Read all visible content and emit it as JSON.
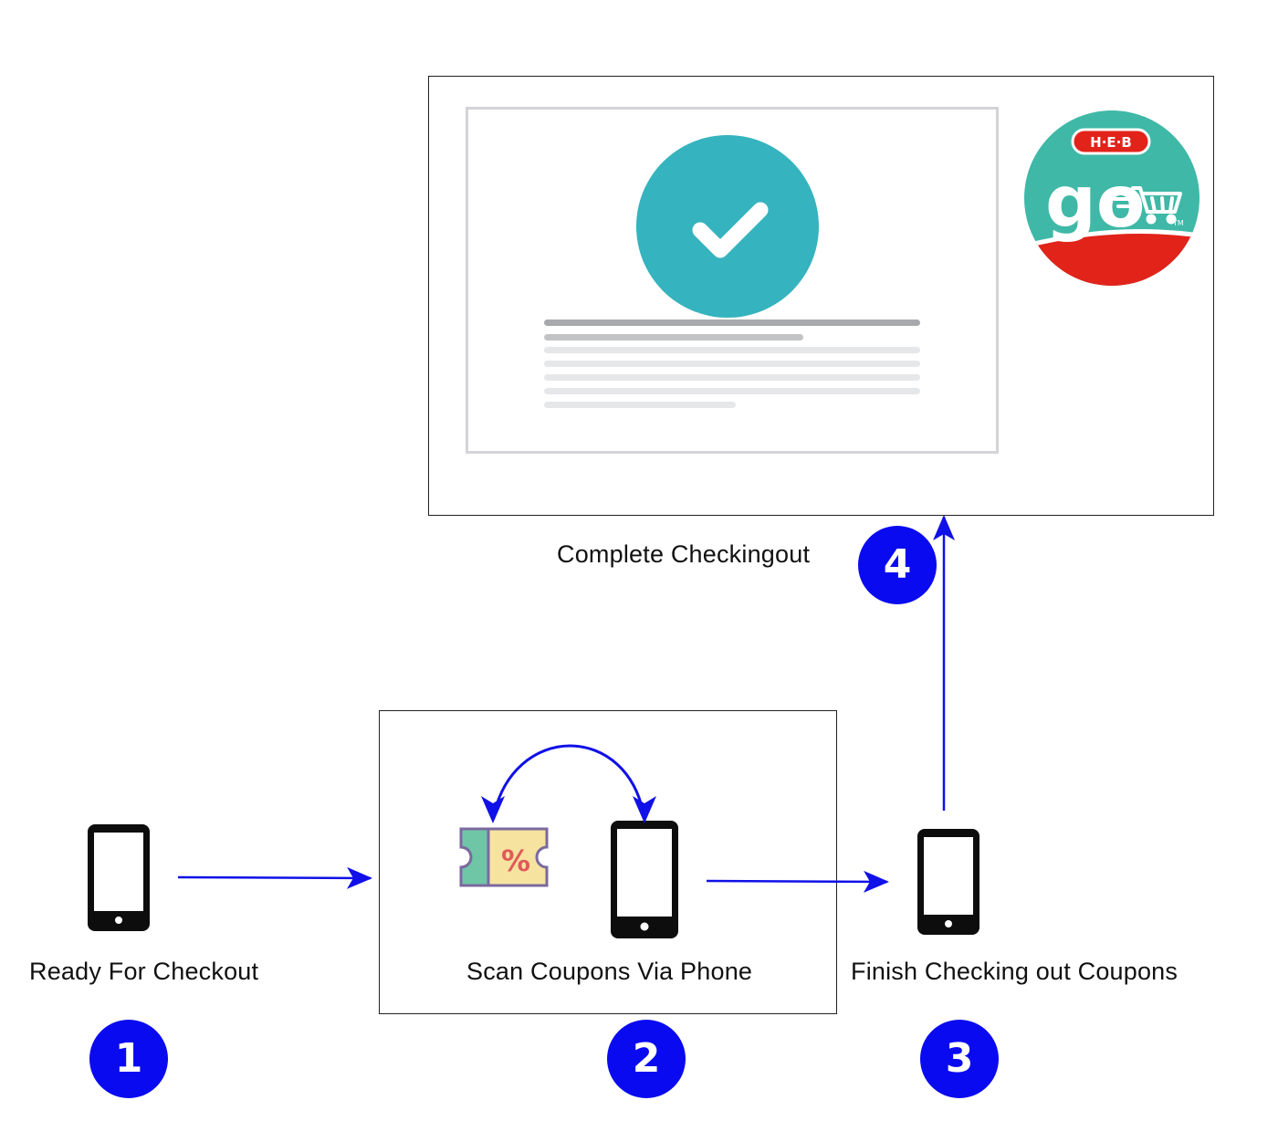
{
  "colors": {
    "arrow": "#1010e8",
    "badge": "#0a0af0",
    "check": "#35b3be",
    "heb_teal": "#3fb8a7",
    "heb_red": "#e2231a",
    "screen_line_dark": "#a7a9ad",
    "screen_line_light": "#e6e7e9"
  },
  "steps": [
    {
      "number": "1",
      "label": "Ready For Checkout"
    },
    {
      "number": "2",
      "label": "Scan Coupons Via Phone"
    },
    {
      "number": "3",
      "label": "Finish Checking out Coupons"
    },
    {
      "number": "4",
      "label": "Complete Checkingout"
    }
  ],
  "logo": {
    "brand": "H·E·B",
    "wordmark": "go",
    "tm": "TM"
  },
  "coupon": {
    "symbol": "%"
  },
  "icons": [
    "phone-icon",
    "coupon-icon",
    "checkmark-icon",
    "heb-go-logo"
  ]
}
